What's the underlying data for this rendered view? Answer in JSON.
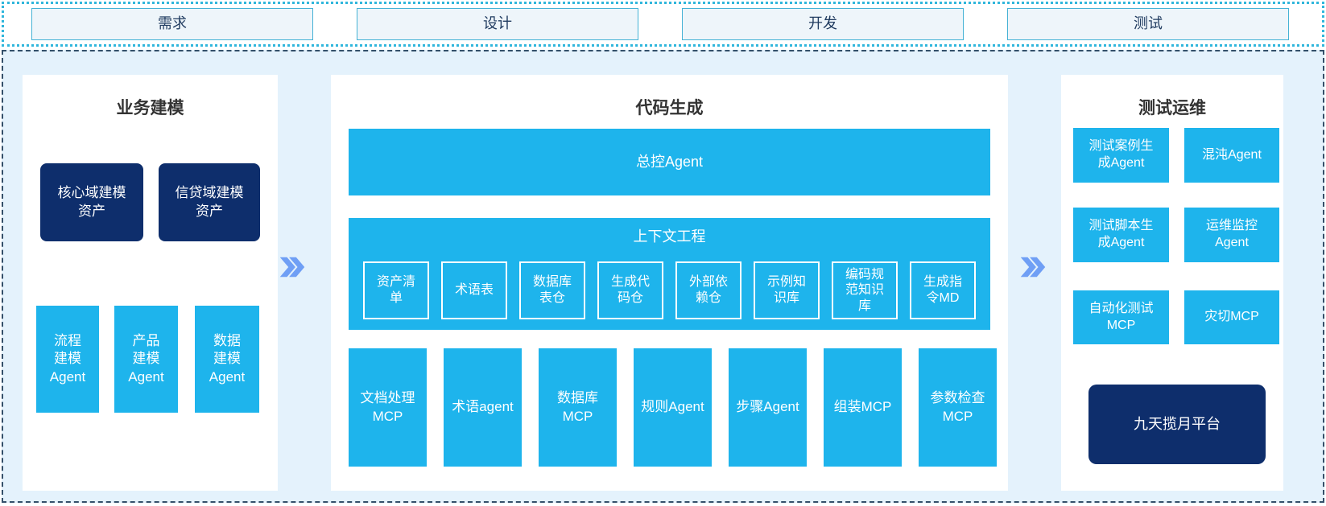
{
  "colors": {
    "cyan": "#1eb4ec",
    "navy": "#0e2e6c",
    "band-bg": "#e4f2fc",
    "phase-bg": "#eef5fa",
    "phase-border": "#45b2d5",
    "phase-text": "#1f3a5f",
    "dotted": "#30b6dc",
    "dashed": "#34506a",
    "arrow": "#6f9ff5",
    "title": "#333333"
  },
  "phases": [
    "需求",
    "设计",
    "开发",
    "测试"
  ],
  "business": {
    "title": "业务建模",
    "assets": [
      "核心域建模\n资产",
      "信贷域建模\n资产"
    ],
    "agents": [
      "流程\n建模\nAgent",
      "产品\n建模\nAgent",
      "数据\n建模\nAgent"
    ]
  },
  "codegen": {
    "title": "代码生成",
    "master_agent": "总控Agent",
    "context": {
      "title": "上下文工程",
      "items": [
        "资产清\n单",
        "术语表",
        "数据库\n表仓",
        "生成代\n码仓",
        "外部依\n赖仓",
        "示例知\n识库",
        "编码规\n范知识\n库",
        "生成指\n令MD"
      ]
    },
    "workers": [
      "文档处理\nMCP",
      "术语agent",
      "数据库\nMCP",
      "规则Agent",
      "步骤Agent",
      "组装MCP",
      "参数检查\nMCP"
    ]
  },
  "testops": {
    "title": "测试运维",
    "boxes": [
      "测试案例生\n成Agent",
      "混沌Agent",
      "测试脚本生\n成Agent",
      "运维监控\nAgent",
      "自动化测试\nMCP",
      "灾切MCP"
    ],
    "platform": "九天揽月平台"
  }
}
